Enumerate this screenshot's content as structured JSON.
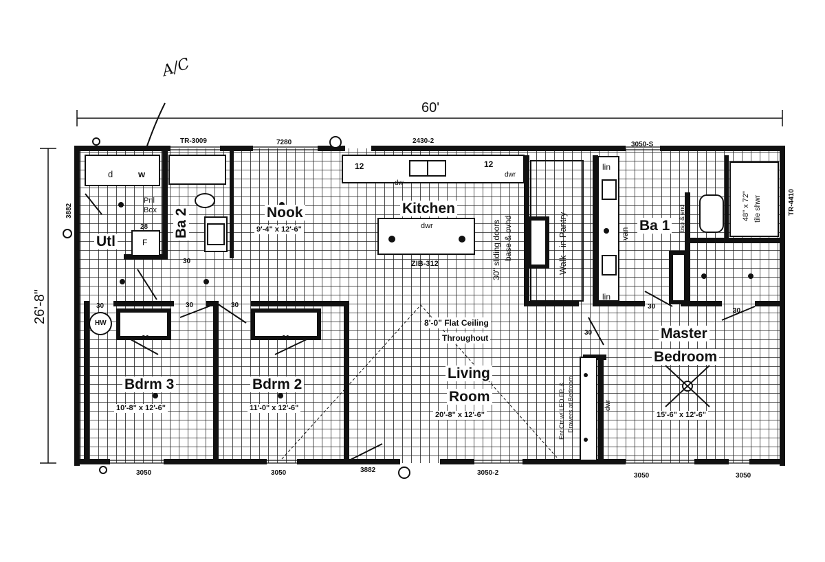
{
  "overall": {
    "width": "60'",
    "depth": "26'-8\"",
    "annotation": "A/C"
  },
  "rooms": {
    "utility": "Utl",
    "bath2": "Ba 2",
    "nook": "Nook",
    "nook_dim": "9'-4\" x 12'-6\"",
    "kitchen": "Kitchen",
    "bath1": "Ba 1",
    "master": "Master",
    "master2": "Bedroom",
    "master_dim": "15'-6\" x 12'-6\"",
    "living": "Living",
    "living2": "Room",
    "living_dim": "20'-8\" x 12'-6\"",
    "bedroom2": "Bdrm 2",
    "bedroom2_dim": "11'-0\" x 12'-6\"",
    "bedroom3": "Bdrm 3",
    "bedroom3_dim": "10'-8\" x 12'-6\""
  },
  "fixtures": {
    "dryer": "d",
    "washer": "w",
    "panel": "Pnl",
    "panel2": "Box",
    "furnace": "F",
    "water_heater": "HW",
    "cab_12a": "12",
    "cab_12b": "12",
    "dw": "dw",
    "dwr": "dwr",
    "island": "dwr",
    "island_code": "ZIB-312",
    "lin1": "lin",
    "lin2": "lin",
    "van": "van",
    "bath1_code": "bsp & end",
    "shower": "48\" x 72\"",
    "shower2": "tile shwr",
    "pantry": "Walk - in Pantry",
    "sliding": "30\" sliding doors",
    "sliding2": "base & ovhd",
    "ceiling": "8'-0\" Flat Ceiling",
    "ceiling2": "Throughout",
    "ent": "Ent Ctr w/ LED FP, &",
    "ent2": "Drawers at Bedroom",
    "dwr_cab": "dwr"
  },
  "windows": {
    "top": [
      "TR-3009",
      "7280",
      "2430-2",
      "3050-S"
    ],
    "bottom": [
      "3050",
      "3050",
      "3882",
      "3050-2",
      "3050",
      "3050"
    ],
    "left": "3882",
    "right": "TR-4410"
  },
  "door_sizes": [
    "30",
    "30",
    "30",
    "30",
    "30",
    "30",
    "28",
    "30",
    "30",
    "30"
  ]
}
